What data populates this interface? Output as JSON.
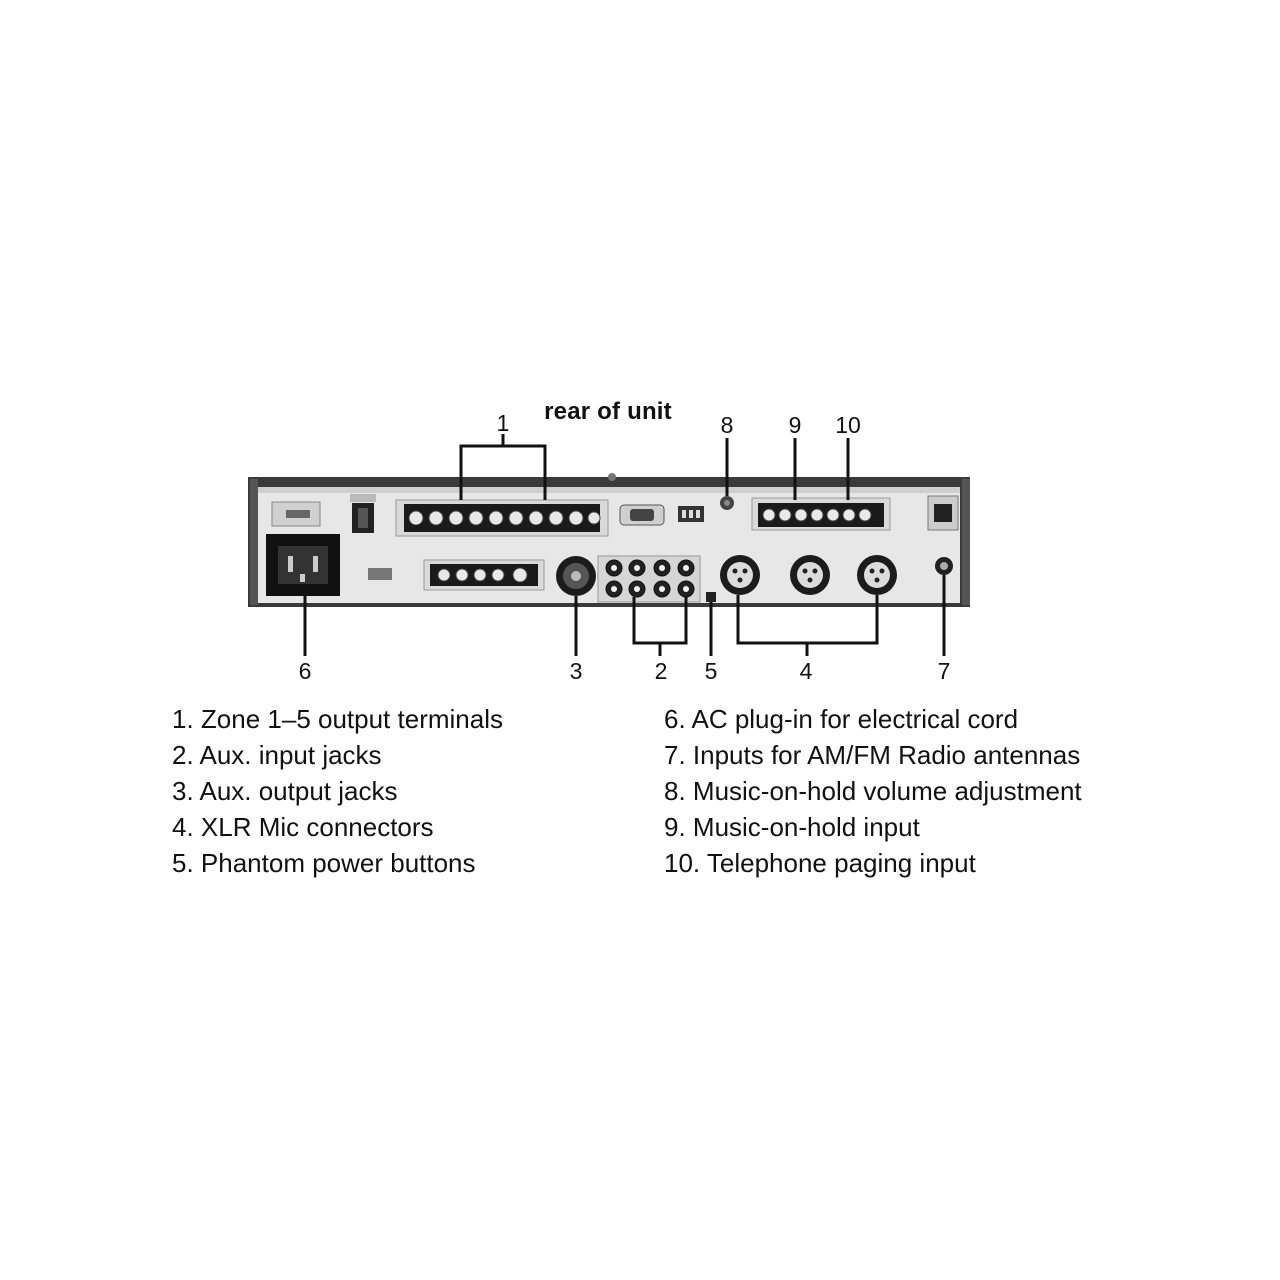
{
  "title": "rear of unit",
  "callouts": {
    "c1": "1",
    "c2": "2",
    "c3": "3",
    "c4": "4",
    "c5": "5",
    "c6": "6",
    "c7": "7",
    "c8": "8",
    "c9": "9",
    "c10": "10"
  },
  "legend": {
    "left": [
      "1. Zone 1–5 output terminals",
      "2. Aux. input jacks",
      "3. Aux. output jacks",
      "4. XLR Mic connectors",
      "5. Phantom power buttons"
    ],
    "right": [
      "6. AC plug-in for electrical cord",
      "7. Inputs for AM/FM Radio antennas",
      "8. Music-on-hold volume adjustment",
      "9. Music-on-hold input",
      "10. Telephone paging input"
    ]
  }
}
